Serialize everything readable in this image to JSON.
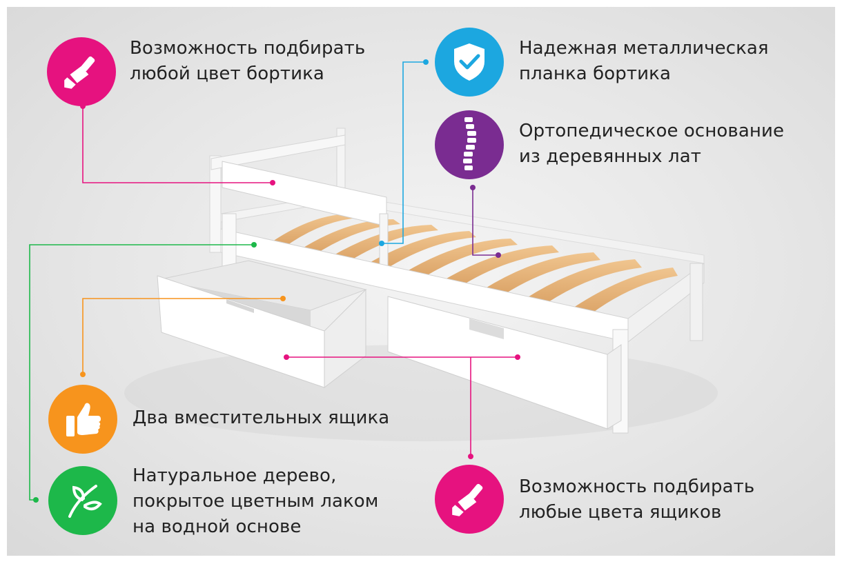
{
  "colors": {
    "pink": "#e6127f",
    "blue": "#1ca7e0",
    "purple": "#7a2c91",
    "orange": "#f7941d",
    "green": "#1db84a",
    "text": "#222222"
  },
  "features": [
    {
      "id": "frame-color",
      "icon": "paintbrush-icon",
      "color": "#e6127f",
      "lines": [
        "Возможность подбирать",
        "любой цвет бортика"
      ]
    },
    {
      "id": "metal-bar",
      "icon": "shield-check-icon",
      "color": "#1ca7e0",
      "lines": [
        "Надежная металлическая",
        "планка бортика"
      ]
    },
    {
      "id": "orthopedic",
      "icon": "spine-icon",
      "color": "#7a2c91",
      "lines": [
        "Ортопедическое основание",
        "из деревянных лат"
      ]
    },
    {
      "id": "drawers",
      "icon": "thumbs-up-icon",
      "color": "#f7941d",
      "lines": [
        "Два вместительных ящика"
      ]
    },
    {
      "id": "natural-wood",
      "icon": "leaf-icon",
      "color": "#1db84a",
      "lines": [
        "Натуральное дерево,",
        "покрытое цветным лаком",
        "на водной основе"
      ]
    },
    {
      "id": "drawer-colors",
      "icon": "paintbrush-icon",
      "color": "#e6127f",
      "lines": [
        "Возможность подбирать",
        "любые цвета ящиков"
      ]
    }
  ]
}
